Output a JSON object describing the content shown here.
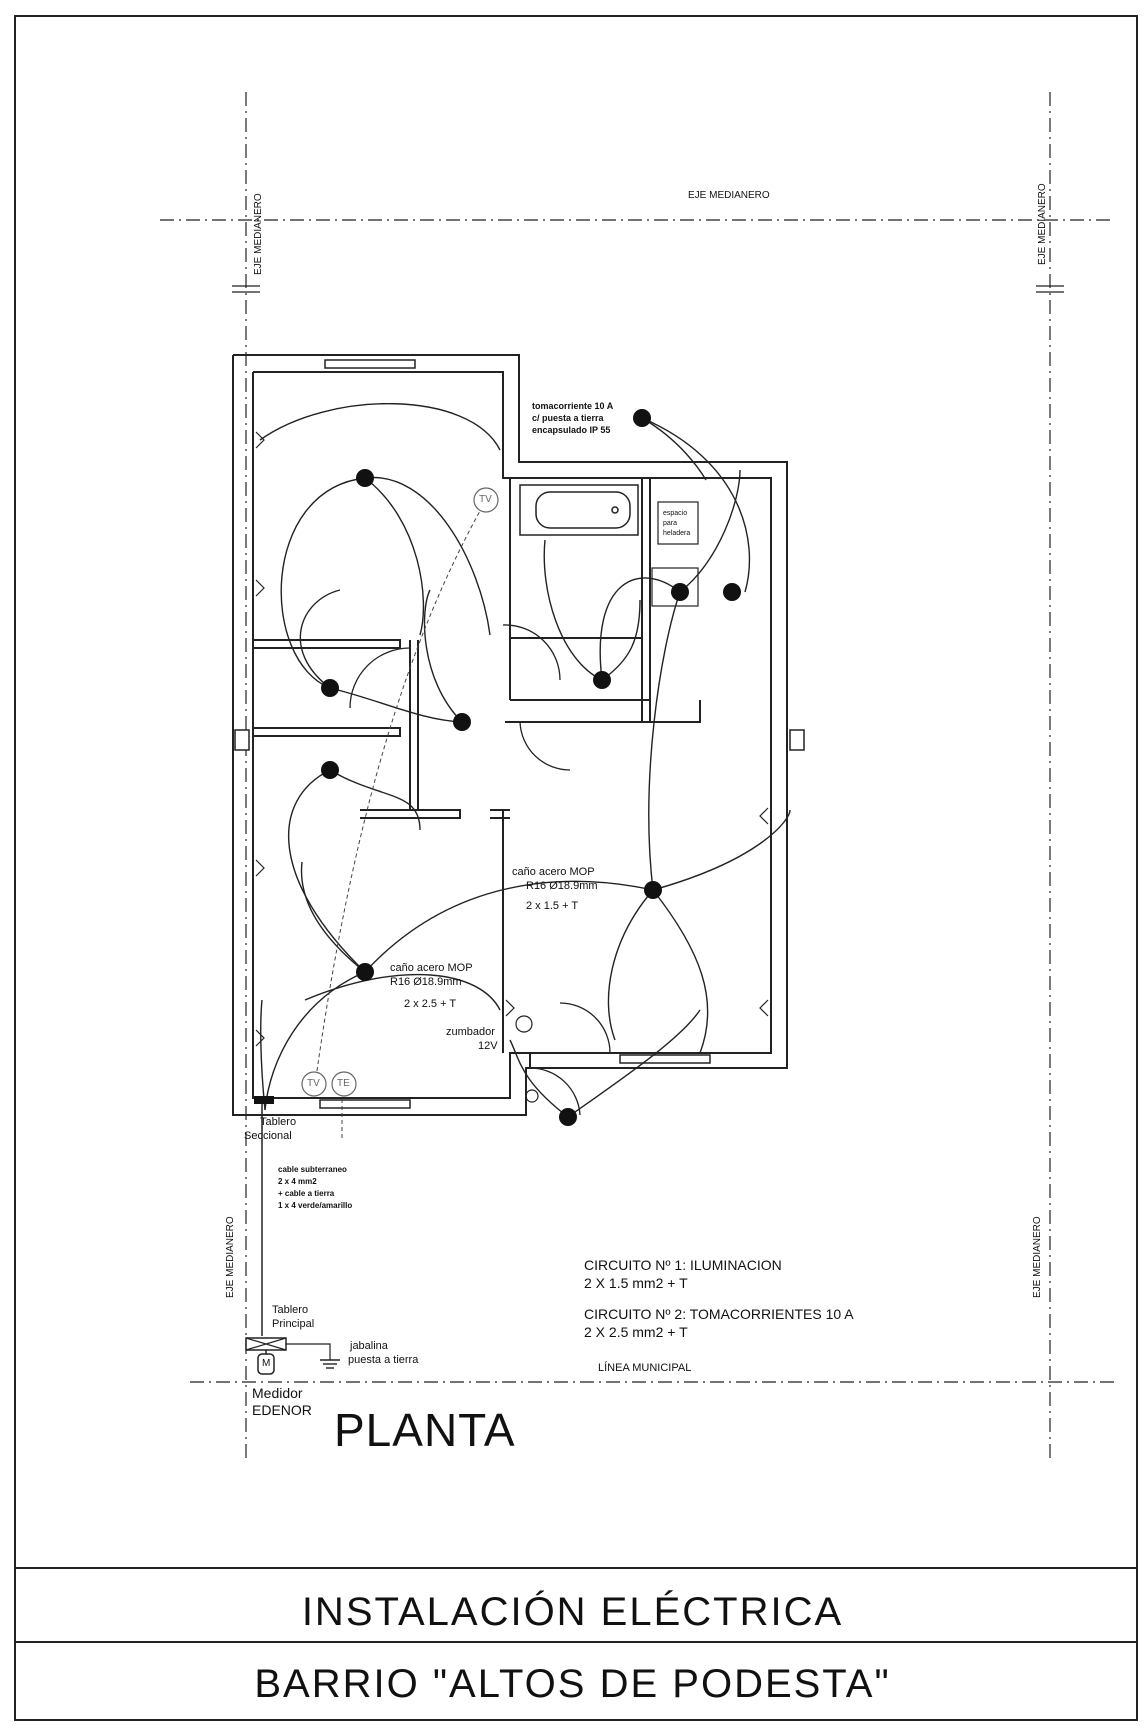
{
  "labels": {
    "eje_top": "EJE MEDIANERO",
    "eje_left_top": "EJE MEDIANERO",
    "eje_right_top": "EJE MEDIANERO",
    "eje_left_bottom": "EJE MEDIANERO",
    "eje_right_bottom": "EJE MEDIANERO",
    "toma_1": "tomacorriente 10 A",
    "toma_2": "c/ puesta a tierra",
    "toma_3": "encapsulado IP 55",
    "espacio_1": "espacio",
    "espacio_2": "para",
    "espacio_3": "heladera",
    "cano1_1": "caño acero MOP",
    "cano1_2": "R16 Ø18.9mm",
    "cano1_3": "2 x 1.5 + T",
    "cano2_1": "caño acero MOP",
    "cano2_2": "R16 Ø18.9mm",
    "cano2_3": "2 x 2.5 + T",
    "zumbador_1": "zumbador",
    "zumbador_2": "12V",
    "tv1": "TV",
    "tv2": "TV",
    "te": "TE",
    "tablero_sec_1": "Tablero",
    "tablero_sec_2": "Seccional",
    "cable_1": "cable subterraneo",
    "cable_2": "2 x 4 mm2",
    "cable_3": "+ cable a tierra",
    "cable_4": "1 x 4 verde/amarillo",
    "tablero_pri_1": "Tablero",
    "tablero_pri_2": "Principal",
    "jabalina_1": "jabalina",
    "jabalina_2": "puesta a tierra",
    "medidor_1": "Medidor",
    "medidor_2": "EDENOR",
    "m": "M",
    "circ1_1": "CIRCUITO Nº 1: ILUMINACION",
    "circ1_2": "2 X 1.5 mm2 + T",
    "circ2_1": "CIRCUITO Nº 2: TOMACORRIENTES 10 A",
    "circ2_2": "2 X 2.5 mm2 + T",
    "linea": "LÍNEA MUNICIPAL",
    "planta": "PLANTA"
  },
  "title_block": {
    "line1": "INSTALACIÓN  ELÉCTRICA",
    "line2": "BARRIO \"ALTOS DE PODESTA\""
  }
}
